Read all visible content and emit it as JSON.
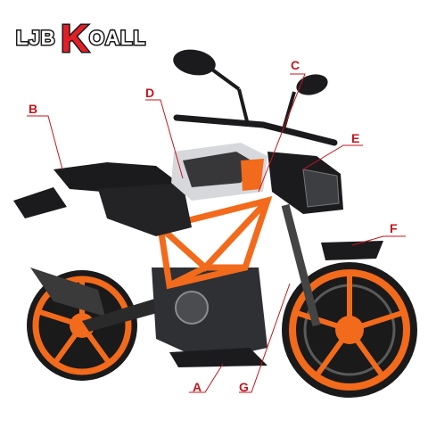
{
  "logo": {
    "part1": "LJB",
    "part2": "K",
    "part3": "OALL"
  },
  "colors": {
    "accent": "#e41e26",
    "callout": "#c4161c",
    "frame_orange": "#f26a1b",
    "tank_silver": "#d6d8dc",
    "body_black": "#1b1b1d"
  },
  "callouts": [
    {
      "id": "A",
      "label": "A"
    },
    {
      "id": "B",
      "label": "B"
    },
    {
      "id": "C",
      "label": "C"
    },
    {
      "id": "D",
      "label": "D"
    },
    {
      "id": "E",
      "label": "E"
    },
    {
      "id": "F",
      "label": "F"
    },
    {
      "id": "G",
      "label": "G"
    }
  ]
}
